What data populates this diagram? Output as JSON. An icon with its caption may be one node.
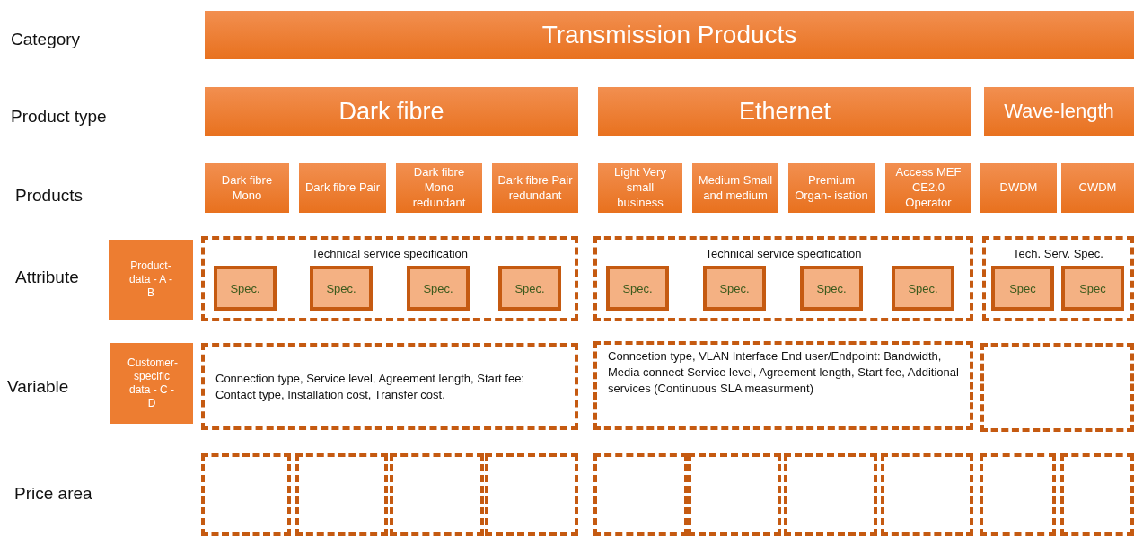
{
  "diagram": {
    "nodes": [
      {
        "text": [
          "Transmission Products"
        ]
      },
      {
        "text": [
          "Dark fibre"
        ]
      },
      {
        "text": [
          "Ethernet"
        ]
      },
      {
        "text": [
          "Wave-length"
        ]
      },
      {
        "text": [
          "Dark fibre Mono"
        ]
      },
      {
        "text": [
          "Dark fibre Pair"
        ]
      },
      {
        "text": [
          "Dark fibre Mono redundant"
        ]
      },
      {
        "text": [
          "Dark fibre Pair redundant"
        ]
      },
      {
        "text": [
          "Light Very small business"
        ]
      },
      {
        "text": [
          "Medium Small and medium"
        ]
      },
      {
        "text": [
          "Premium Organ- isation"
        ]
      },
      {
        "text": [
          "Access MEF CE2.0 Operator"
        ]
      },
      {
        "text": [
          "DWDM"
        ]
      },
      {
        "text": [
          "CWDM"
        ]
      },
      {
        "text": [
          "Product- data - A - B"
        ]
      },
      {
        "text": [
          "Technical service specification"
        ]
      },
      {
        "text": [
          "Spec."
        ],
        "in": 15
      },
      {
        "text": [
          "Spec."
        ],
        "in": 15
      },
      {
        "text": [
          "Spec."
        ],
        "in": 15
      },
      {
        "text": [
          "Spec."
        ],
        "in": 15
      },
      {
        "text": [
          "Technical service specification"
        ]
      },
      {
        "text": [
          "Spec."
        ],
        "in": 20
      },
      {
        "text": [
          "Spec."
        ],
        "in": 20
      },
      {
        "text": [
          "Spec."
        ],
        "in": 20
      },
      {
        "text": [
          "Spec."
        ],
        "in": 20
      },
      {
        "text": [
          "Tech. Serv. Spec."
        ]
      },
      {
        "text": [
          "Spec"
        ],
        "in": 25
      },
      {
        "text": [
          "Spec"
        ],
        "in": 25
      },
      {
        "text": [
          "Customer- specific data - C - D"
        ]
      },
      {
        "text": [
          "Connection type, Service level, Agreement length, Start fee: Contact type, Installation cost, Transfer cost."
        ]
      },
      {
        "text": [
          "Conncetion type, VLAN Interface End user/Endpoint: Bandwidth, Media connect Service level, Agreement length, Start fee, Additional services (Continuous SLA measurment)"
        ]
      },
      {
        "text": [],
        "shape": "box"
      },
      {
        "text": [],
        "shape": "box"
      },
      {
        "text": [],
        "shape": "box"
      },
      {
        "text": [],
        "shape": "box"
      },
      {
        "text": [],
        "shape": "box"
      },
      {
        "text": [],
        "shape": "box"
      },
      {
        "text": [],
        "shape": "box"
      },
      {
        "text": [],
        "shape": "box"
      },
      {
        "text": [],
        "shape": "box"
      },
      {
        "text": [],
        "shape": "box"
      },
      {
        "text": [],
        "shape": "box"
      }
    ],
    "edges": [],
    "labels": [
      "Category",
      "Product type",
      "Products",
      "Attribute",
      "Variable",
      "Price area"
    ]
  }
}
